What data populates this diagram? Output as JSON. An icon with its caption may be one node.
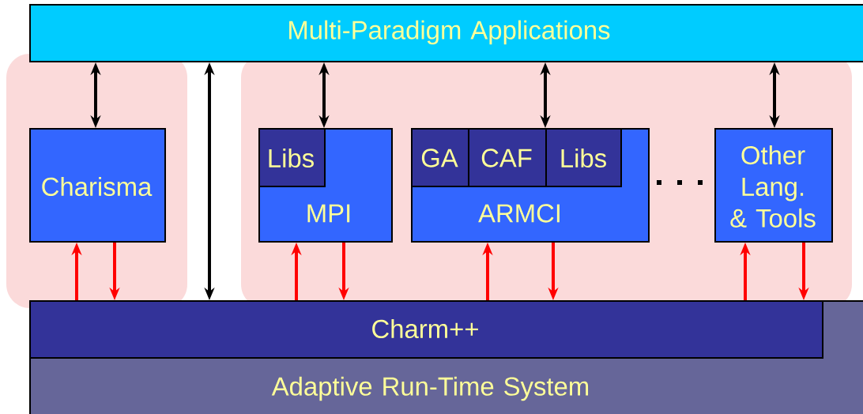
{
  "diagram": {
    "nodes": [
      {
        "text": [
          "Multi-Paradigm Applications"
        ]
      },
      {
        "text": [
          "Charisma"
        ]
      },
      {
        "text": [
          "MPI"
        ]
      },
      {
        "text": [
          "Libs"
        ],
        "in": 2
      },
      {
        "text": [
          "ARMCI"
        ]
      },
      {
        "text": [
          "GA"
        ],
        "in": 4
      },
      {
        "text": [
          "CAF"
        ],
        "in": 4
      },
      {
        "text": [
          "Libs"
        ],
        "in": 4
      },
      {
        "text": [
          "Other Lang. & Tools"
        ]
      },
      {
        "text": [
          "Adaptive Run-Time System"
        ]
      },
      {
        "text": [
          "Charm++"
        ],
        "in": 9
      }
    ],
    "edges": [
      {
        "from": 0,
        "to": 1,
        "arrow": "both",
        "color": "#000000"
      },
      {
        "from": 0,
        "to": 10,
        "arrow": "both",
        "color": "#000000"
      },
      {
        "from": 0,
        "to": 2,
        "arrow": "both",
        "color": "#000000"
      },
      {
        "from": 0,
        "to": 4,
        "arrow": "both",
        "color": "#000000"
      },
      {
        "from": 0,
        "to": 8,
        "arrow": "both",
        "color": "#000000"
      },
      {
        "from": 10,
        "to": 1,
        "arrow": "to"
      },
      {
        "from": 1,
        "to": 10,
        "arrow": "to"
      },
      {
        "from": 10,
        "to": 2,
        "arrow": "to"
      },
      {
        "from": 2,
        "to": 10,
        "arrow": "to"
      },
      {
        "from": 10,
        "to": 4,
        "arrow": "to"
      },
      {
        "from": 4,
        "to": 10,
        "arrow": "to"
      },
      {
        "from": 10,
        "to": 8,
        "arrow": "to"
      },
      {
        "from": 8,
        "to": 10,
        "arrow": "to"
      }
    ]
  }
}
